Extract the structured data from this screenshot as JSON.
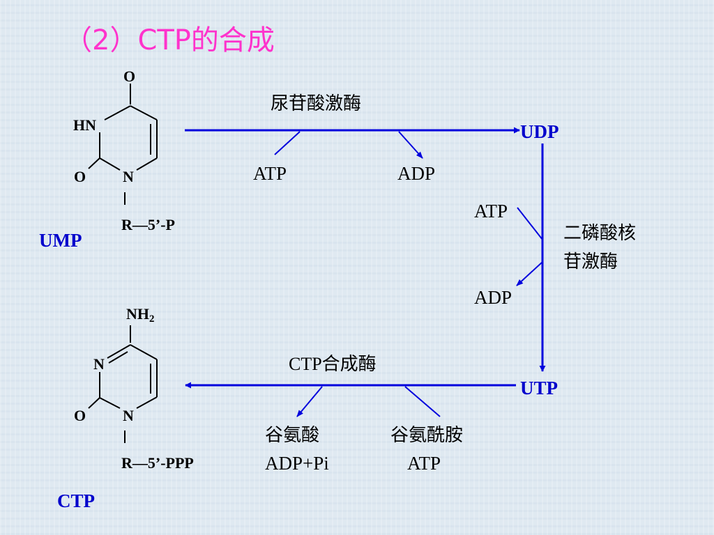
{
  "title": "（2）CTP的合成",
  "ump": {
    "atoms": {
      "o_top": "O",
      "hn": "HN",
      "o_left": "O",
      "n": "N",
      "r_group": "R—5’-P"
    },
    "name": "UMP"
  },
  "ctp": {
    "atoms": {
      "nh": "NH",
      "nh_sub": "2",
      "n_left": "N",
      "o_left": "O",
      "n": "N",
      "r_group": "R—5’-PPP"
    },
    "name": "CTP"
  },
  "step1": {
    "enzyme": "尿苷酸激酶",
    "input": "ATP",
    "output": "ADP",
    "product": "UDP"
  },
  "step2": {
    "enzyme_line1": "二磷酸核",
    "enzyme_line2": "苷激酶",
    "input": "ATP",
    "output": "ADP",
    "product": "UTP"
  },
  "step3": {
    "enzyme": "CTP合成酶",
    "output_line1": "谷氨酸",
    "output_line2": "ADP+Pi",
    "input_line1": "谷氨酰胺",
    "input_line2": "ATP"
  },
  "colors": {
    "arrow": "#0000dd",
    "title": "#ff33cc",
    "label": "#0000cc"
  }
}
